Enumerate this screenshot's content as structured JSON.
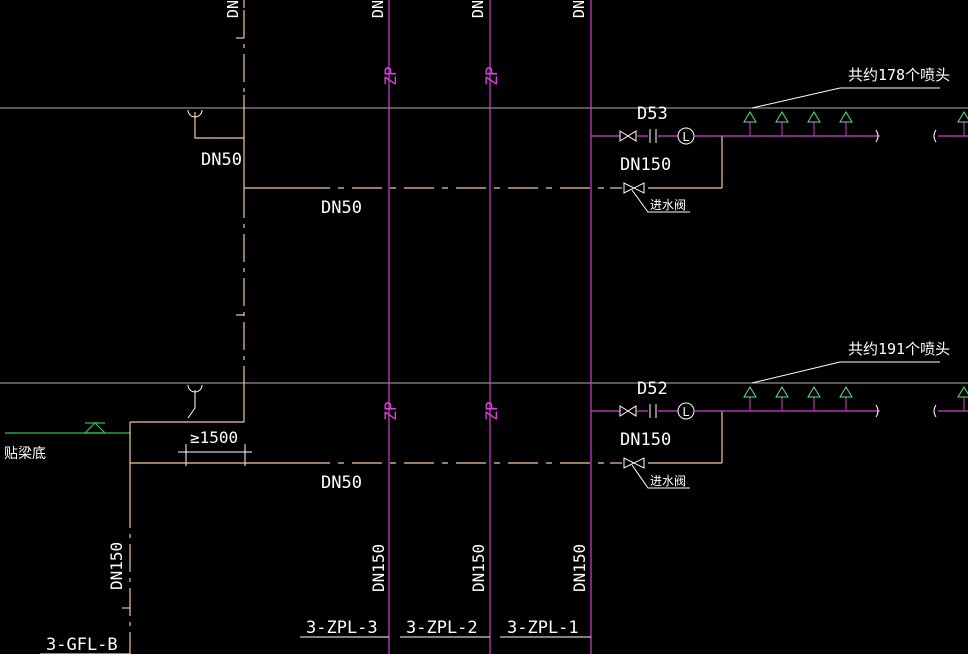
{
  "labels": {
    "dn50_top_vertical": "DN50",
    "dn50_top_branch": "DN50",
    "dn50_bottom_branch": "DN50",
    "dn150_upper": "DN150",
    "dn150_lower": "DN150",
    "d53": "D53",
    "d52": "D52",
    "heads_upper": "共约178个喷头",
    "heads_lower": "共约191个喷头",
    "inlet_valve_upper": "进水阀",
    "inlet_valve_lower": "进水阀",
    "dim_1500": "≥1500",
    "beam_bottom": "贴梁底",
    "riser_zp_label": "ZP",
    "riser_top_dn_cut": "DN",
    "dn150_v_gfl": "DN150",
    "dn150_v_zpl3": "DN150",
    "dn150_v_zpl2": "DN150",
    "dn150_v_zpl1": "DN150",
    "tag_gfl_b": "3-GFL-B",
    "tag_zpl3": "3-ZPL-3",
    "tag_zpl2": "3-ZPL-2",
    "tag_zpl1": "3-ZPL-1",
    "flow_indicator": "L"
  },
  "colors": {
    "background": "#000000",
    "pipe_orange": "#f0c8a0",
    "riser_magenta": "#d040d0",
    "floor_line": "#b0b0b0",
    "text_white": "#ffffff",
    "green": "#30c050",
    "sprinkler_green": "#60e080"
  }
}
